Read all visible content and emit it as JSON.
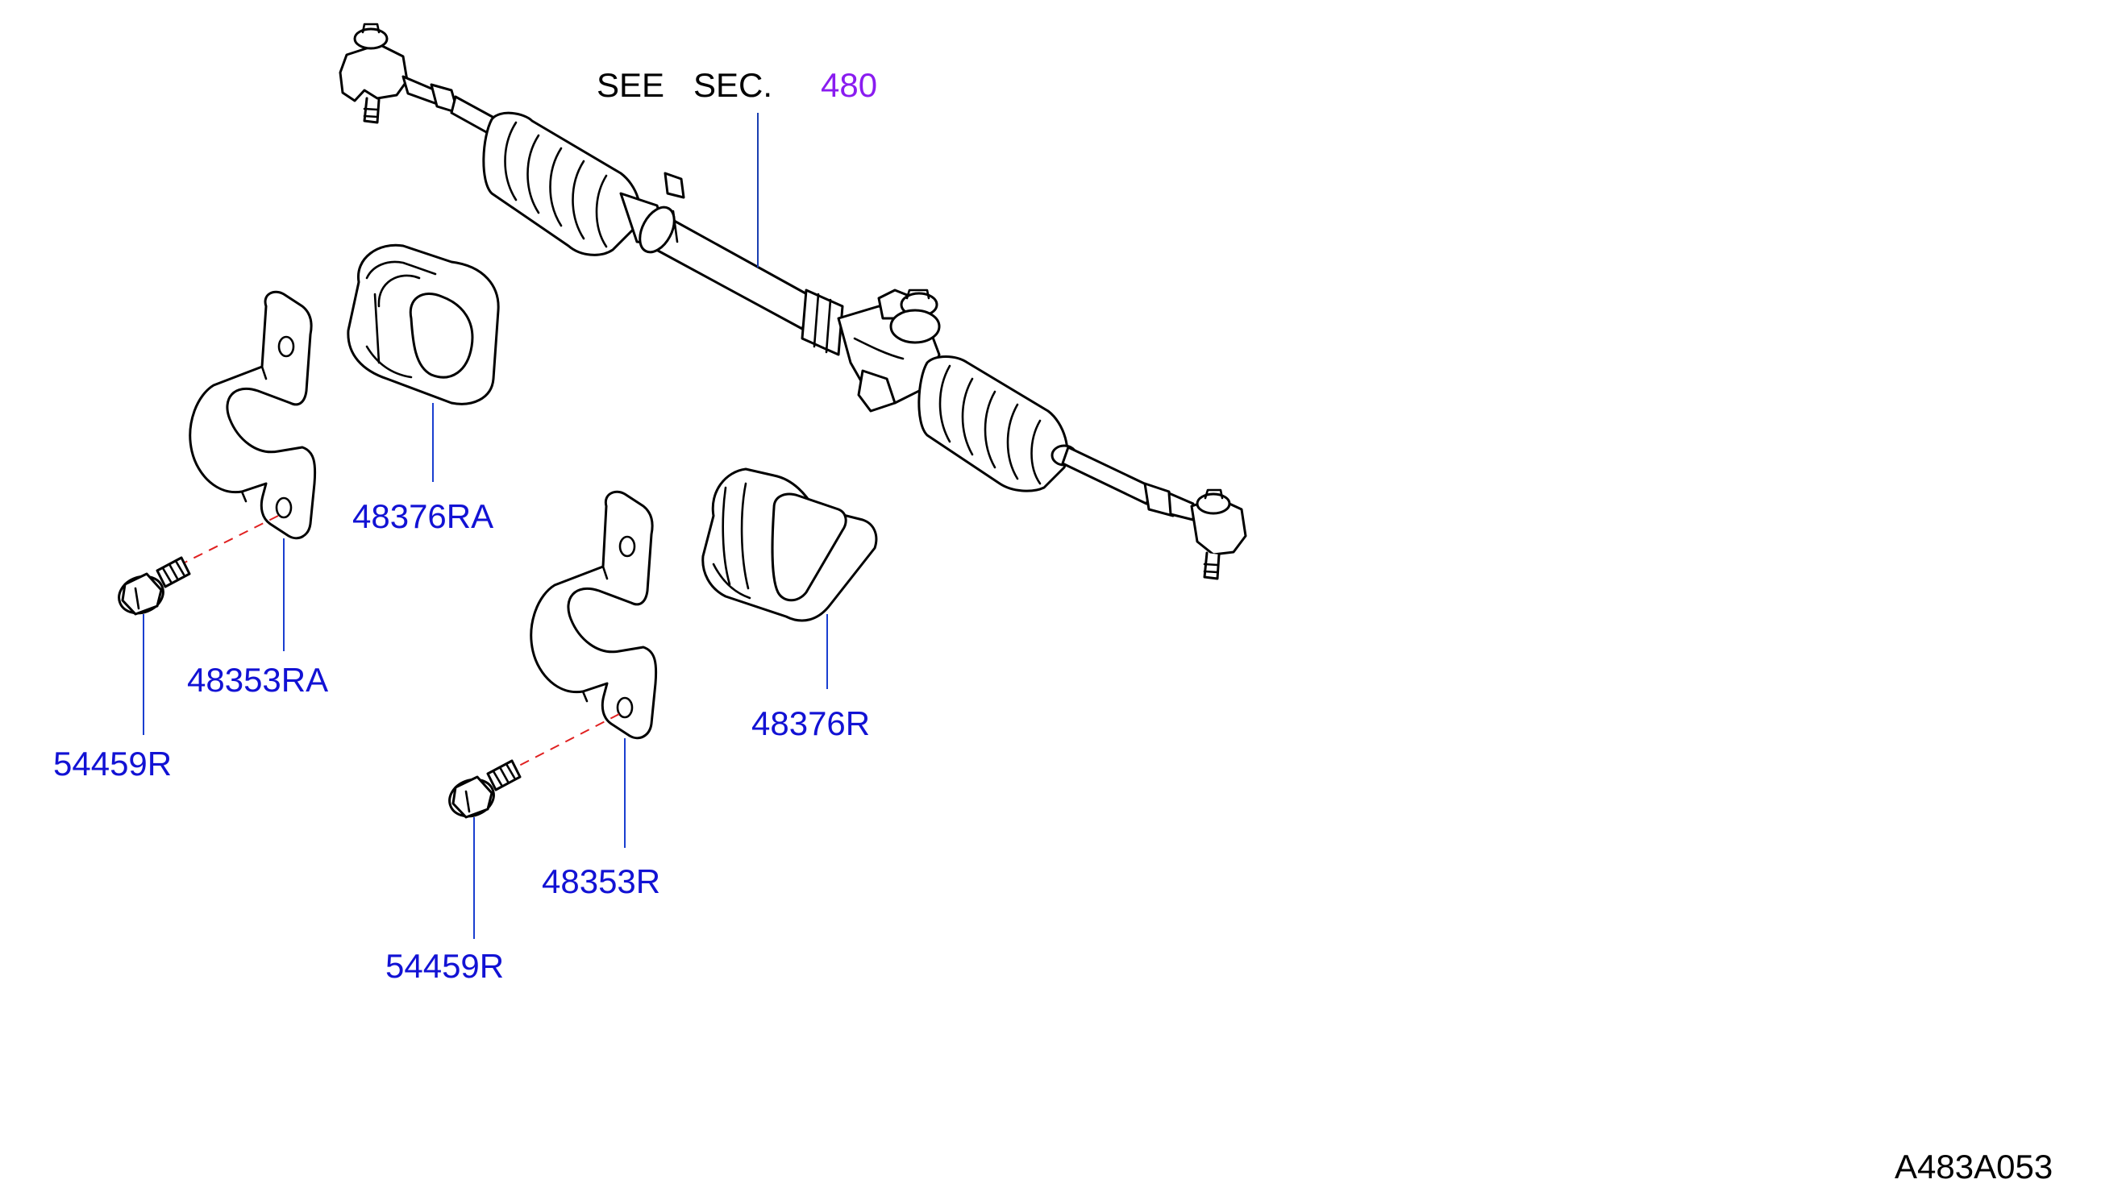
{
  "colors": {
    "part_label": "#1212d4",
    "section_ref": "#8a1cf0",
    "leader": "#1a3fd0",
    "dash": "#e02020"
  },
  "callout": {
    "see_text": "SEE",
    "sec_text": "SEC.",
    "section_number": "480"
  },
  "labels": {
    "bushing_upper": "48376RA",
    "bracket_upper": "48353RA",
    "bolt_upper": "54459R",
    "bushing_lower": "48376R",
    "bracket_lower": "48353R",
    "bolt_lower": "54459R"
  },
  "figure_id": "A483A053"
}
